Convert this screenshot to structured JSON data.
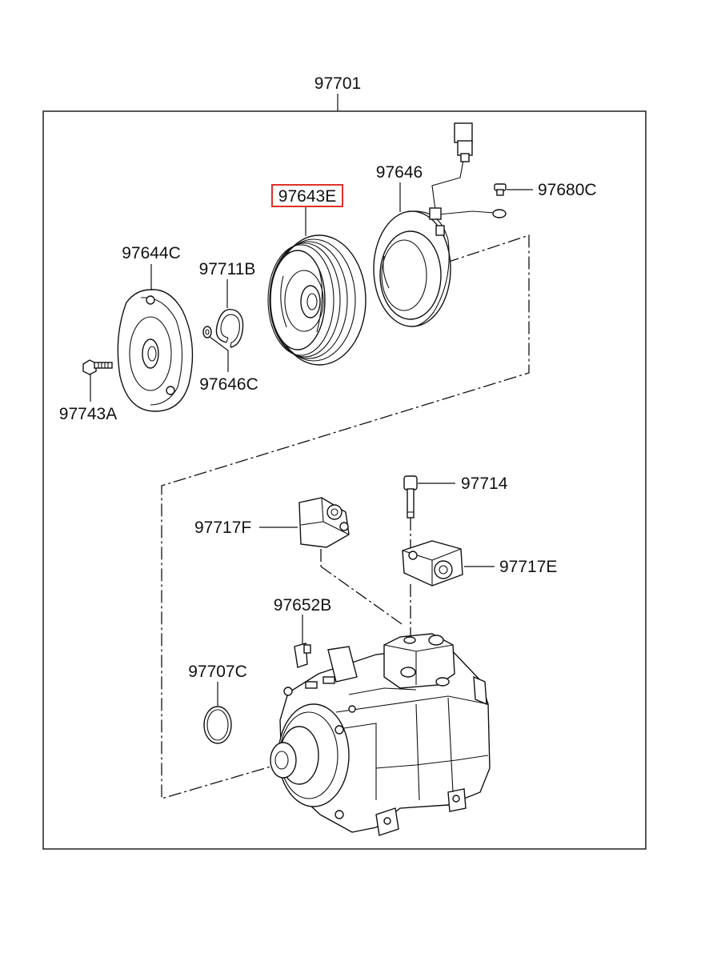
{
  "assembly": {
    "part_no": "97701"
  },
  "highlight_color": "#e0302a",
  "parts": {
    "p97643E": {
      "label": "97643E",
      "highlighted": true,
      "icon": "pulley-icon"
    },
    "p97646": {
      "label": "97646",
      "icon": "field-coil-icon"
    },
    "p97680C": {
      "label": "97680C",
      "icon": "screw-icon"
    },
    "p97644C": {
      "label": "97644C",
      "icon": "clutch-disc-icon"
    },
    "p97711B": {
      "label": "97711B",
      "icon": "snap-ring-icon"
    },
    "p97646C": {
      "label": "97646C",
      "icon": "shim-icon"
    },
    "p97743A": {
      "label": "97743A",
      "icon": "bolt-icon"
    },
    "p97714": {
      "label": "97714",
      "icon": "bolt-icon"
    },
    "p97717F": {
      "label": "97717F",
      "icon": "valve-icon"
    },
    "p97717E": {
      "label": "97717E",
      "icon": "valve-icon"
    },
    "p97652B": {
      "label": "97652B",
      "icon": "bracket-icon"
    },
    "p97707C": {
      "label": "97707C",
      "icon": "o-ring-icon"
    },
    "compressor": {
      "icon": "compressor-icon"
    }
  }
}
